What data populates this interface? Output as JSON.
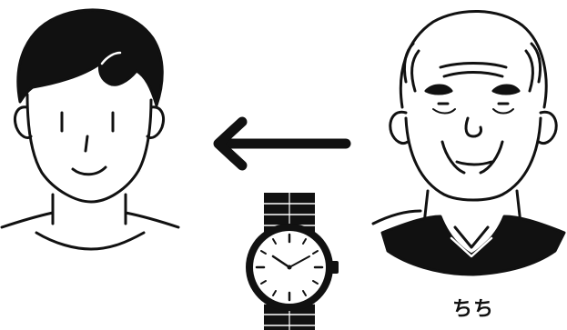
{
  "labels": {
    "father": "ちち"
  },
  "colors": {
    "ink": "#111111",
    "background": "#ffffff"
  },
  "icons": [
    "young-man-illustration",
    "arrow-left-icon",
    "wristwatch-icon",
    "old-man-illustration"
  ]
}
